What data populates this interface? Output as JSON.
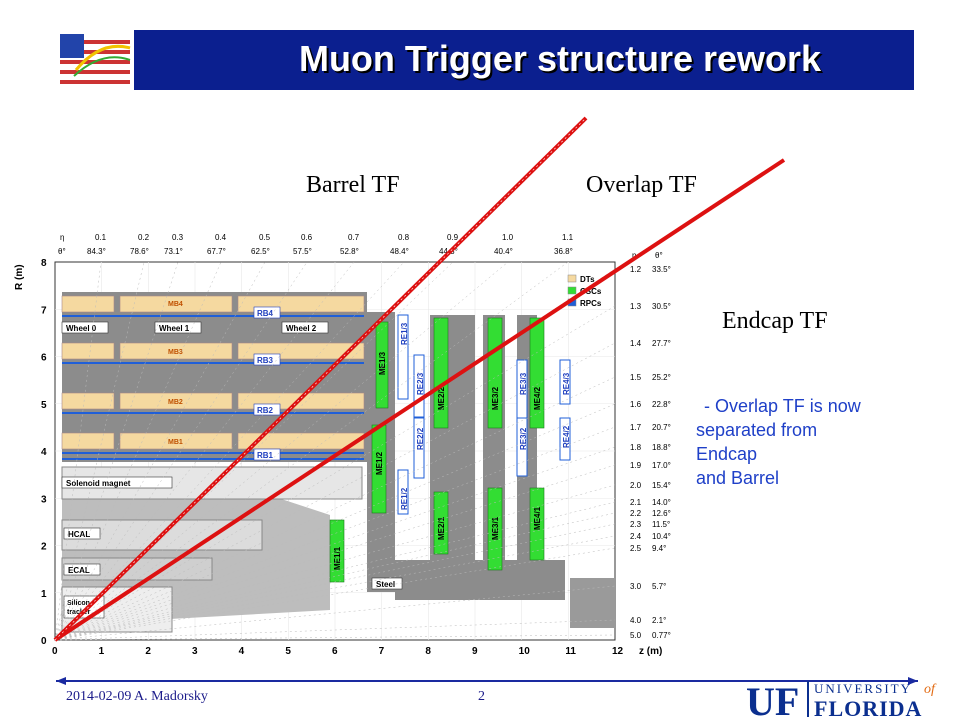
{
  "title": "Muon Trigger structure rework",
  "labels": {
    "barrel": "Barrel TF",
    "overlap": "Overlap TF",
    "endcap": "Endcap TF"
  },
  "note": [
    "- Overlap TF is now",
    "separated from",
    "Endcap",
    "and Barrel"
  ],
  "footer": {
    "date_author": "2014-02-09  A. Madorsky",
    "page": "2"
  },
  "logo_text": {
    "uf_big": "UF",
    "university": "UNIVERSITY",
    "of": "of",
    "florida": "FLORIDA"
  },
  "diagram": {
    "y_axis_label": "R (m)",
    "x_axis_label": "z (m)",
    "x_ticks": [
      "0",
      "1",
      "2",
      "3",
      "4",
      "5",
      "6",
      "7",
      "8",
      "9",
      "10",
      "11",
      "12"
    ],
    "y_ticks": [
      "0",
      "1",
      "2",
      "3",
      "4",
      "5",
      "6",
      "7",
      "8"
    ],
    "eta_header": "η",
    "theta_header": "θ°",
    "top_eta": [
      "0.1",
      "0.2",
      "0.3",
      "0.4",
      "0.5",
      "0.6",
      "0.7",
      "0.8",
      "0.9",
      "1.0",
      "1.1"
    ],
    "top_theta": [
      "84.3°",
      "78.6°",
      "73.1°",
      "67.7°",
      "62.5°",
      "57.5°",
      "52.8°",
      "48.4°",
      "44.3°",
      "40.4°",
      "36.8°"
    ],
    "right_eta": [
      "1.2",
      "1.3",
      "1.4",
      "1.5",
      "1.6",
      "1.7",
      "1.8",
      "1.9",
      "2.0",
      "2.1",
      "2.2",
      "2.3",
      "2.4",
      "2.5",
      "3.0",
      "4.0",
      "5.0"
    ],
    "right_theta": [
      "33.5°",
      "30.5°",
      "27.7°",
      "25.2°",
      "22.8°",
      "20.7°",
      "18.8°",
      "17.0°",
      "15.4°",
      "14.0°",
      "12.6°",
      "11.5°",
      "10.4°",
      "9.4°",
      "5.7°",
      "2.1°",
      "0.77°"
    ],
    "legend": [
      "DTs",
      "CSCs",
      "RPCs"
    ],
    "wheels": [
      "Wheel 0",
      "Wheel 1",
      "Wheel 2"
    ],
    "mb": [
      "MB4",
      "MB3",
      "MB2",
      "MB1"
    ],
    "rb": [
      "RB4",
      "RB3",
      "RB2",
      "RB1"
    ],
    "detectors": [
      "Solenoid magnet",
      "HCAL",
      "ECAL",
      "Silicon tracker",
      "Steel"
    ],
    "me_labels": [
      "ME1/3",
      "ME1/2",
      "ME1/1",
      "ME2/2",
      "ME2/1",
      "ME3/2",
      "ME3/1",
      "ME4/2",
      "ME4/1"
    ],
    "re_labels": [
      "RE1/3",
      "RE1/2",
      "RE2/3",
      "RE2/2",
      "RE3/3",
      "RE3/2",
      "RE4/3",
      "RE4/2"
    ],
    "colors": {
      "dt": "#f5d9a0",
      "csc": "#33dd33",
      "rpc": "#1f5fd8",
      "steel": "#8c8c8c",
      "trigger_line": "#dd1111"
    }
  }
}
